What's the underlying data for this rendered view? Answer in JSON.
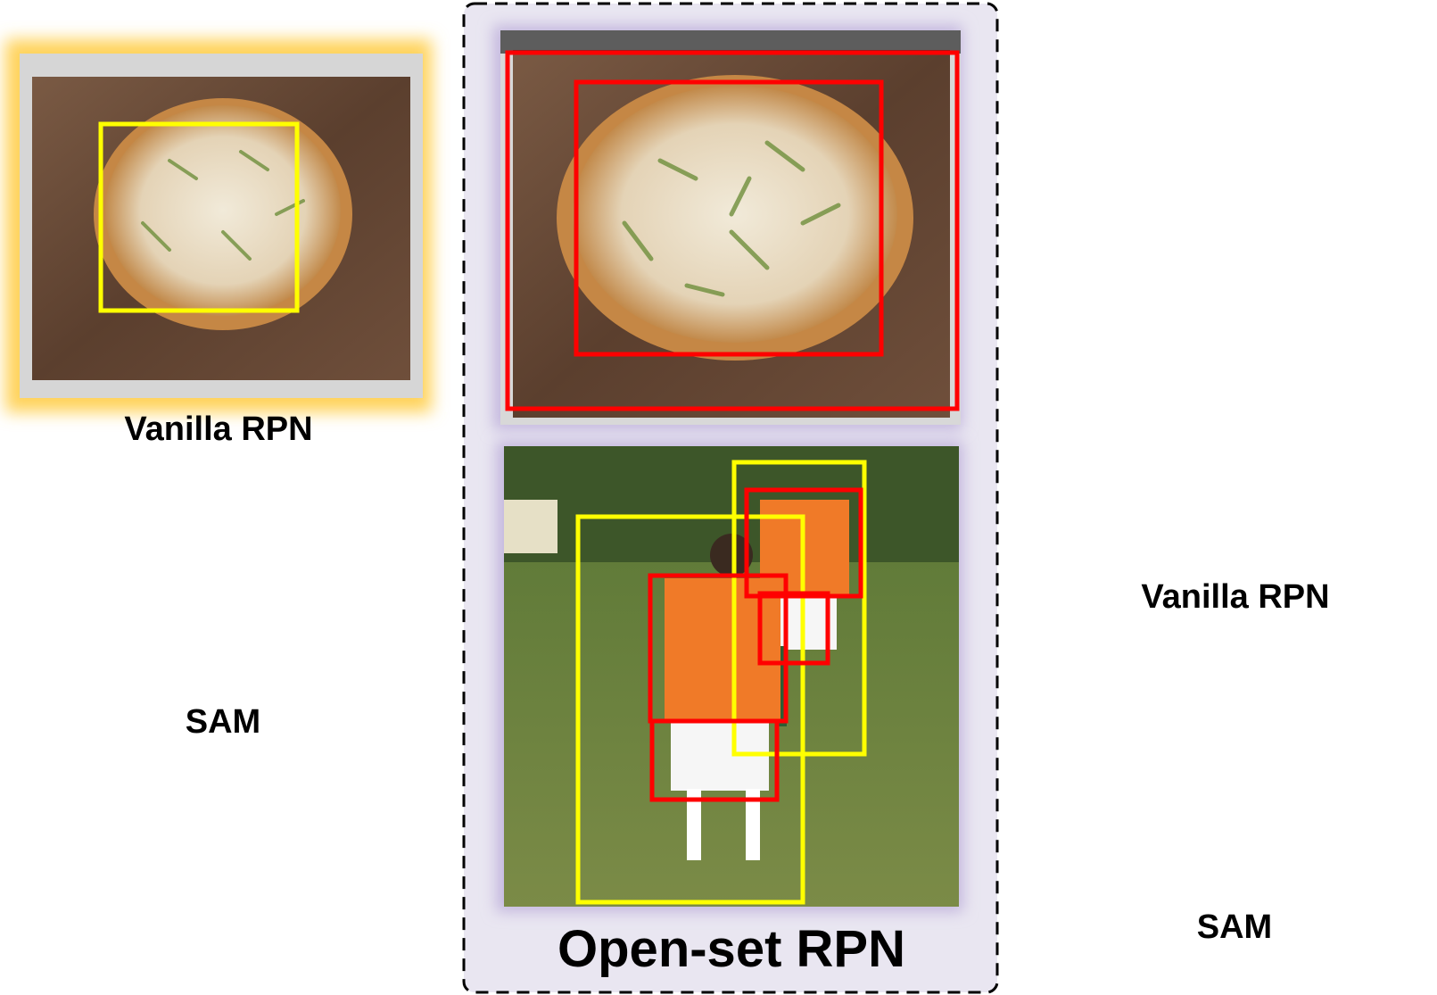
{
  "labels": {
    "vanilla_rpn_left": "Vanilla RPN",
    "sam_left": "SAM",
    "vanilla_rpn_right": "Vanilla RPN",
    "sam_right": "SAM",
    "open_set_rpn": "Open-set RPN"
  },
  "colors": {
    "proposal_box_yellow": "#ffff00",
    "proposal_box_red": "#ff0000",
    "glow_yellow": "#ffd35c",
    "glow_purple": "#c4b8de",
    "center_panel_bg": "#e9e6f1",
    "sam_panel_bg": "#d9ebf2",
    "pizza_crust": "#c98a45",
    "pizza_top": "#efe6d8",
    "board": "#6a4a36",
    "grass": "#708540",
    "jersey": "#f07a28",
    "shorts": "#f6f6f6"
  }
}
